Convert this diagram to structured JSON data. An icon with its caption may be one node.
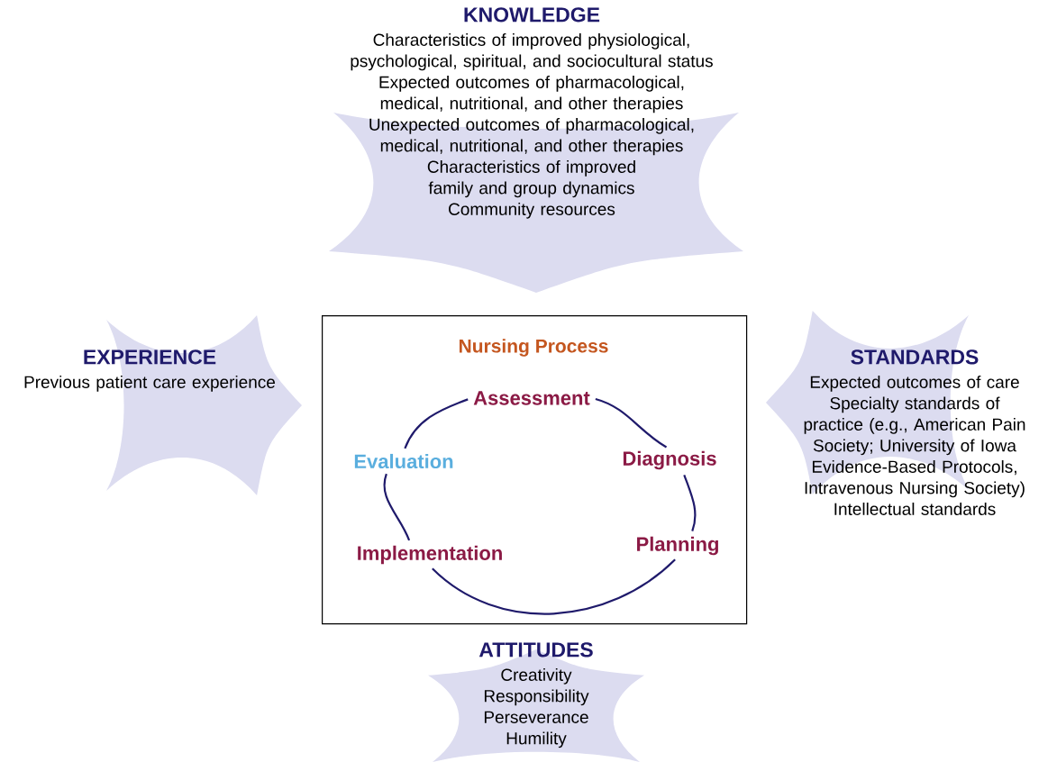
{
  "diagram": {
    "nodes": [
      {
        "text": [
          "Nursing Process"
        ]
      },
      {
        "text": [
          "Assessment"
        ],
        "in": 0
      },
      {
        "text": [
          "Diagnosis"
        ],
        "in": 0
      },
      {
        "text": [
          "Planning"
        ],
        "in": 0
      },
      {
        "text": [
          "Implementation"
        ],
        "in": 0
      },
      {
        "text": [
          "Evaluation"
        ],
        "in": 0
      },
      {
        "text": [
          "KNOWLEDGE",
          "Characteristics of improved physiological, psychological, spiritual, and sociocultural status",
          "Expected outcomes of pharmacological, medical, nutritional, and other therapies",
          "Unexpected outcomes of pharmacological, medical, nutritional, and other therapies",
          "Characteristics of improved family and group dynamics",
          "Community resources"
        ]
      },
      {
        "text": [
          "EXPERIENCE",
          "Previous patient care experience"
        ]
      },
      {
        "text": [
          "STANDARDS",
          "Expected outcomes of care",
          "Specialty standards of practice (e.g., American Pain Society; University of Iowa Evidence-Based Protocols, Intravenous Nursing Society)",
          "Intellectual standards"
        ]
      },
      {
        "text": [
          "ATTITUDES",
          "Creativity",
          "Responsibility",
          "Perseverance",
          "Humility"
        ]
      }
    ],
    "edges": [
      {
        "from": 1,
        "to": 2,
        "arrow": "none"
      },
      {
        "from": 2,
        "to": 3,
        "arrow": "none"
      },
      {
        "from": 3,
        "to": 4,
        "arrow": "none"
      },
      {
        "from": 4,
        "to": 5,
        "arrow": "none"
      },
      {
        "from": 5,
        "to": 1,
        "arrow": "none"
      }
    ]
  }
}
